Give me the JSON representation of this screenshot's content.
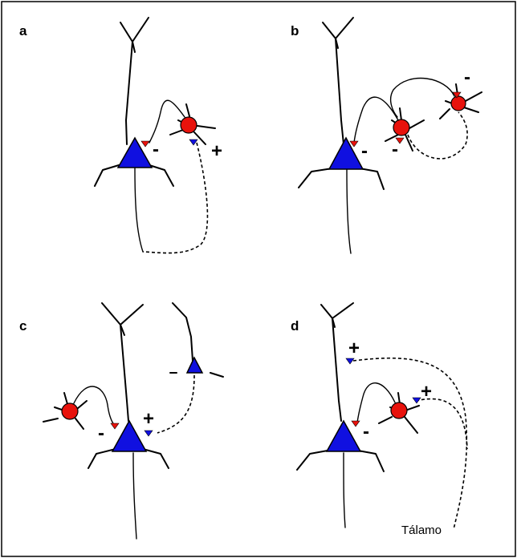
{
  "panels": [
    {
      "letter": "a",
      "signs": [
        "-",
        "+"
      ]
    },
    {
      "letter": "b",
      "signs": [
        "-",
        "-",
        "-"
      ]
    },
    {
      "letter": "c",
      "signs": [
        "-",
        "+"
      ]
    },
    {
      "letter": "d",
      "signs": [
        "+",
        "-",
        "+"
      ],
      "caption": "Tálamo"
    }
  ],
  "colors": {
    "pyramidal_cell": "#1010e0",
    "interneuron": "#e8120c",
    "excitatory_synapse": "#1010e0",
    "inhibitory_synapse": "#e8120c"
  }
}
